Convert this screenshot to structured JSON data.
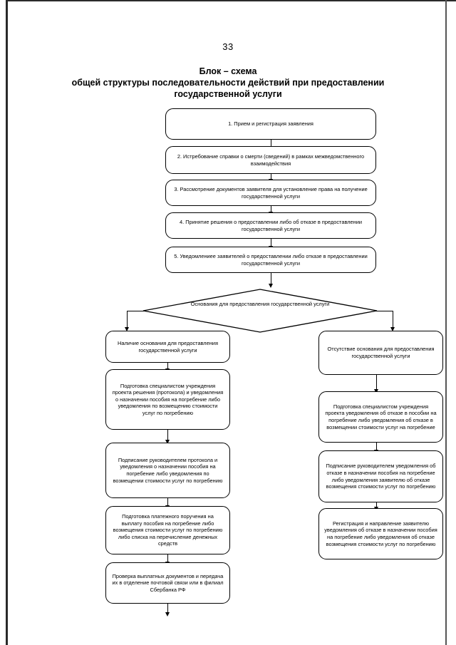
{
  "document": {
    "page_number": "33",
    "title_lines": [
      "Блок – схема",
      "общей структуры последовательности действий при предоставлении",
      "государственной услуги"
    ]
  },
  "flowchart": {
    "type": "flowchart",
    "main_steps": [
      {
        "id": "step1",
        "text": "1. Прием и регистрация заявления"
      },
      {
        "id": "step2",
        "text": "2. Истребование справки о смерти (сведений) в рамках межведомственного взаимодействия"
      },
      {
        "id": "step3",
        "text": "3. Рассмотрение документов заявителя для установление права на получение государственной услуги"
      },
      {
        "id": "step4",
        "text": "4. Принятие решения о предоставлении либо об отказе в предоставлении государственной услуги"
      },
      {
        "id": "step5",
        "text": "5. Уведомлениее заявителей о предоставлении либо отказе в предоставлении государственной услуги"
      }
    ],
    "decision": {
      "id": "decision",
      "text": "Основания для предоставления государственной  услуги"
    },
    "branch_left": {
      "header": "Наличие основания для предоставления государственной услуги",
      "steps": [
        "Подготовка специалистом учреждения проекта решения (протокола) и уведомления о назначении пособия на погребение либо уведомления по возмещению стоимости услуг по погребению",
        "Подписание руководителем протокола и уведомления о назначении пособия на погребение либо уведомления по возмещении стоимости услуг по погребению",
        "Подготовка платежного поручения на выплату пособия на погребение либо возмещения стоимости услуг по погребению либо списка на перечисление денежных средств",
        "Проверка выплатных документов и передача их в отделение почтовой связи или в филиал Сбербанка РФ"
      ]
    },
    "branch_right": {
      "header": "Отсутствие основания для предоставления государственной услуги",
      "steps": [
        "Подготовка специалистом учреждения проекта уведомления об отказе в пособии на погребение либо уведомления  об отказе в возмещении стоимости услуг  на погребение",
        "Подписание руководителем уведомления об отказе в назначении пособия на погребение либо уведомления заявителю об отказе возмещения стоимости услуг по погребению",
        "Регистрация и направление заявителю уведомления об отказе в назначении пособия на погребение либо уведомления об отказе возмещения стоимости услуг по погребению"
      ]
    }
  },
  "colors": {
    "ink": "#000000",
    "paper": "#ffffff",
    "scan_edge": "#2a2a2a"
  }
}
